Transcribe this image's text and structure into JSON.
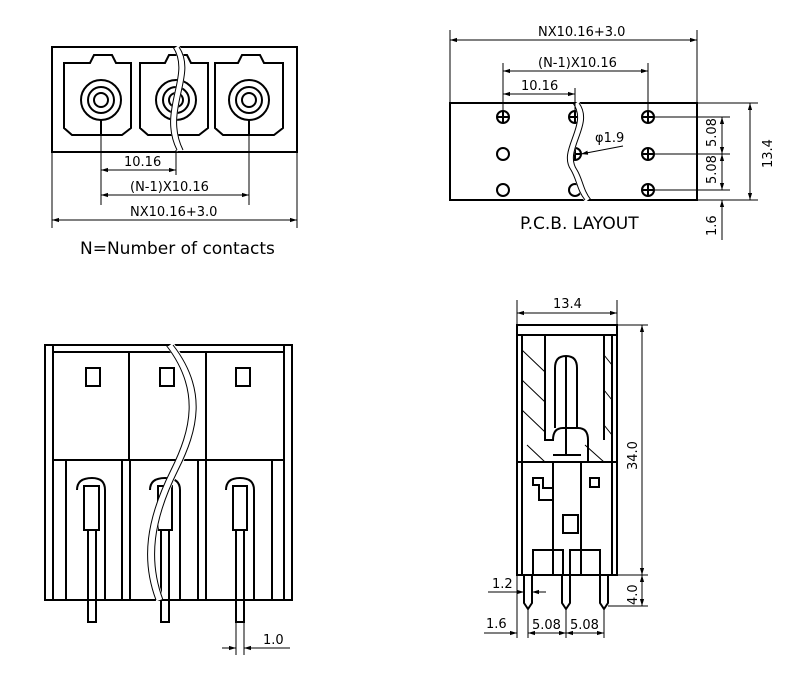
{
  "front_view": {
    "dim_pitch": "10.16",
    "dim_span": "(N-1)X10.16",
    "dim_total": "NX10.16+3.0",
    "note": "N=Number of contacts"
  },
  "pcb_layout": {
    "dim_total": "NX10.16+3.0",
    "dim_span": "(N-1)X10.16",
    "dim_pitch": "10.16",
    "hole_diameter": "φ1.9",
    "dim_row_1": "5.08",
    "dim_row_2": "5.08",
    "dim_depth": "13.4",
    "dim_offset": "1.6",
    "title": "P.C.B. LAYOUT"
  },
  "bottom_view": {
    "dim_pin_width": "1.0"
  },
  "side_view": {
    "dim_width": "13.4",
    "dim_height": "34.0",
    "dim_pin_thickness": "1.2",
    "dim_pin_length": "4.0",
    "dim_edge_offset": "1.6",
    "dim_pitch_1": "5.08",
    "dim_pitch_2": "5.08"
  }
}
